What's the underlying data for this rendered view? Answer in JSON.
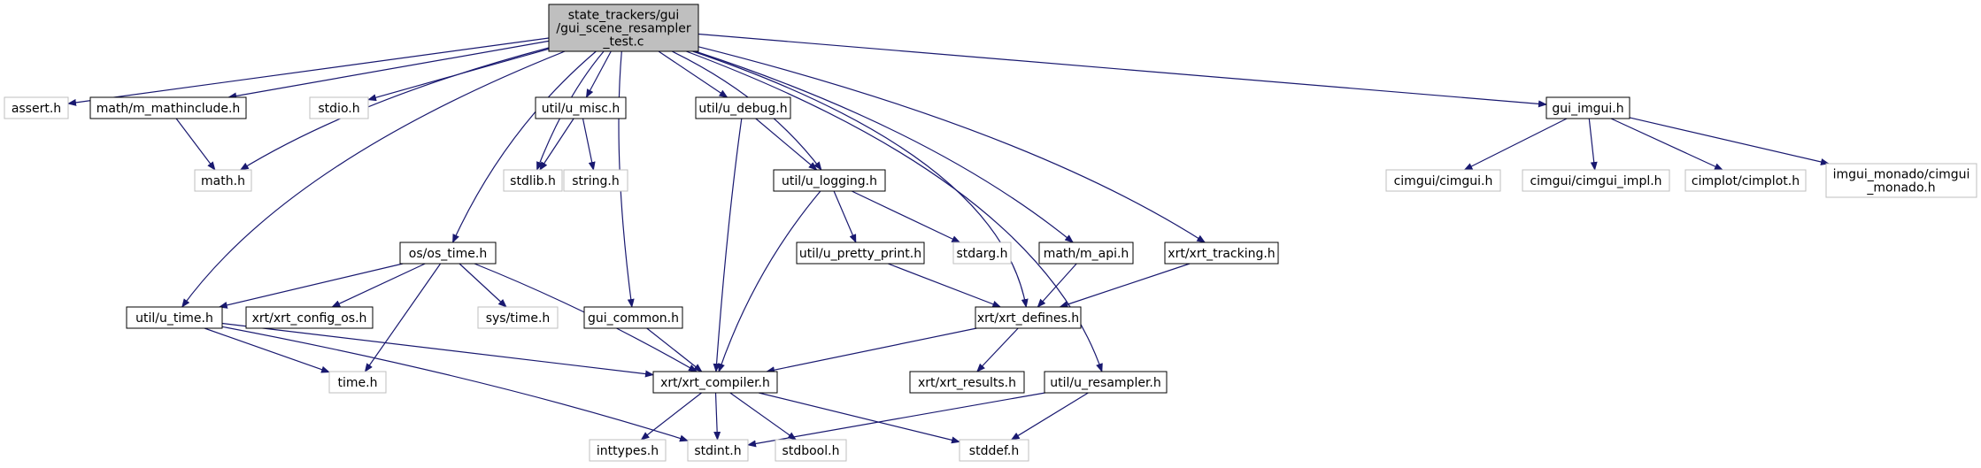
{
  "colors": {
    "edge": "#191970",
    "root_fill": "#bfbfbf",
    "project_border": "#000000",
    "system_border": "#bfbfbf",
    "node_fill": "#ffffff",
    "text": "#000000"
  },
  "nodes": {
    "root": {
      "lines": [
        "state_trackers/gui",
        "/gui_scene_resampler",
        "_test.c"
      ],
      "kind": "root"
    },
    "assert": {
      "lines": [
        "assert.h"
      ],
      "kind": "system"
    },
    "mathinclude": {
      "lines": [
        "math/m_mathinclude.h"
      ],
      "kind": "project"
    },
    "math": {
      "lines": [
        "math.h"
      ],
      "kind": "system"
    },
    "stdio": {
      "lines": [
        "stdio.h"
      ],
      "kind": "system"
    },
    "u_misc": {
      "lines": [
        "util/u_misc.h"
      ],
      "kind": "project"
    },
    "stdlib": {
      "lines": [
        "stdlib.h"
      ],
      "kind": "system"
    },
    "string": {
      "lines": [
        "string.h"
      ],
      "kind": "system"
    },
    "u_debug": {
      "lines": [
        "util/u_debug.h"
      ],
      "kind": "project"
    },
    "u_logging": {
      "lines": [
        "util/u_logging.h"
      ],
      "kind": "project"
    },
    "gui_imgui": {
      "lines": [
        "gui_imgui.h"
      ],
      "kind": "project"
    },
    "cimgui": {
      "lines": [
        "cimgui/cimgui.h"
      ],
      "kind": "system"
    },
    "cimgui_impl": {
      "lines": [
        "cimgui/cimgui_impl.h"
      ],
      "kind": "system"
    },
    "cimplot": {
      "lines": [
        "cimplot/cimplot.h"
      ],
      "kind": "system"
    },
    "imgui_monado": {
      "lines": [
        "imgui_monado/cimgui",
        "_monado.h"
      ],
      "kind": "system"
    },
    "os_time": {
      "lines": [
        "os/os_time.h"
      ],
      "kind": "project"
    },
    "u_pretty": {
      "lines": [
        "util/u_pretty_print.h"
      ],
      "kind": "project"
    },
    "stdarg": {
      "lines": [
        "stdarg.h"
      ],
      "kind": "system"
    },
    "m_api": {
      "lines": [
        "math/m_api.h"
      ],
      "kind": "project"
    },
    "xrt_tracking": {
      "lines": [
        "xrt/xrt_tracking.h"
      ],
      "kind": "project"
    },
    "u_time": {
      "lines": [
        "util/u_time.h"
      ],
      "kind": "project"
    },
    "xrt_config_os": {
      "lines": [
        "xrt/xrt_config_os.h"
      ],
      "kind": "project"
    },
    "sys_time": {
      "lines": [
        "sys/time.h"
      ],
      "kind": "system"
    },
    "gui_common": {
      "lines": [
        "gui_common.h"
      ],
      "kind": "project"
    },
    "xrt_defines": {
      "lines": [
        "xrt/xrt_defines.h"
      ],
      "kind": "project"
    },
    "time": {
      "lines": [
        "time.h"
      ],
      "kind": "system"
    },
    "xrt_compiler": {
      "lines": [
        "xrt/xrt_compiler.h"
      ],
      "kind": "project"
    },
    "xrt_results": {
      "lines": [
        "xrt/xrt_results.h"
      ],
      "kind": "project"
    },
    "u_resampler": {
      "lines": [
        "util/u_resampler.h"
      ],
      "kind": "project"
    },
    "inttypes": {
      "lines": [
        "inttypes.h"
      ],
      "kind": "system"
    },
    "stdint": {
      "lines": [
        "stdint.h"
      ],
      "kind": "system"
    },
    "stdbool": {
      "lines": [
        "stdbool.h"
      ],
      "kind": "system"
    },
    "stddef": {
      "lines": [
        "stddef.h"
      ],
      "kind": "system"
    }
  },
  "edges": [
    [
      "root",
      "assert"
    ],
    [
      "root",
      "mathinclude"
    ],
    [
      "root",
      "math"
    ],
    [
      "root",
      "stdio"
    ],
    [
      "root",
      "u_misc"
    ],
    [
      "root",
      "stdlib"
    ],
    [
      "root",
      "u_debug"
    ],
    [
      "root",
      "u_logging"
    ],
    [
      "root",
      "gui_imgui"
    ],
    [
      "root",
      "os_time"
    ],
    [
      "root",
      "u_time"
    ],
    [
      "root",
      "gui_common"
    ],
    [
      "root",
      "m_api"
    ],
    [
      "root",
      "xrt_tracking"
    ],
    [
      "root",
      "xrt_defines"
    ],
    [
      "root",
      "u_resampler"
    ],
    [
      "mathinclude",
      "math"
    ],
    [
      "u_misc",
      "stdlib"
    ],
    [
      "u_misc",
      "string"
    ],
    [
      "u_debug",
      "u_logging"
    ],
    [
      "u_debug",
      "xrt_compiler"
    ],
    [
      "u_logging",
      "u_pretty"
    ],
    [
      "u_logging",
      "stdarg"
    ],
    [
      "u_logging",
      "xrt_compiler"
    ],
    [
      "gui_imgui",
      "cimgui"
    ],
    [
      "gui_imgui",
      "cimgui_impl"
    ],
    [
      "gui_imgui",
      "cimplot"
    ],
    [
      "gui_imgui",
      "imgui_monado"
    ],
    [
      "os_time",
      "u_time"
    ],
    [
      "os_time",
      "xrt_config_os"
    ],
    [
      "os_time",
      "sys_time"
    ],
    [
      "os_time",
      "time"
    ],
    [
      "os_time",
      "xrt_compiler"
    ],
    [
      "u_pretty",
      "xrt_defines"
    ],
    [
      "m_api",
      "xrt_defines"
    ],
    [
      "xrt_tracking",
      "xrt_defines"
    ],
    [
      "u_time",
      "time"
    ],
    [
      "u_time",
      "xrt_compiler"
    ],
    [
      "u_time",
      "stdint"
    ],
    [
      "gui_common",
      "xrt_compiler"
    ],
    [
      "xrt_defines",
      "xrt_compiler"
    ],
    [
      "xrt_defines",
      "xrt_results"
    ],
    [
      "u_resampler",
      "stdint"
    ],
    [
      "u_resampler",
      "stddef"
    ],
    [
      "xrt_compiler",
      "inttypes"
    ],
    [
      "xrt_compiler",
      "stdint"
    ],
    [
      "xrt_compiler",
      "stdbool"
    ],
    [
      "xrt_compiler",
      "stddef"
    ]
  ]
}
